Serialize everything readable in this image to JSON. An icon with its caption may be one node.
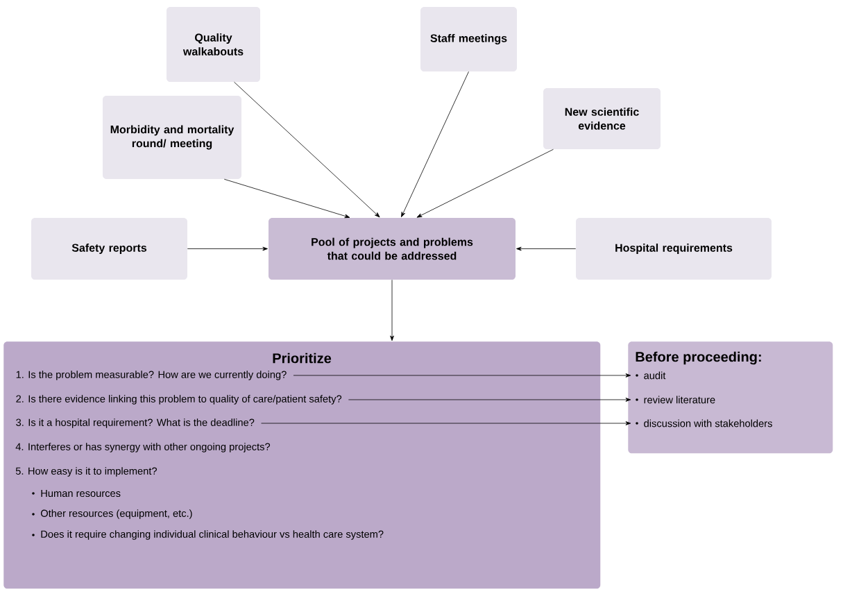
{
  "diagram": {
    "nodes": [
      {
        "text": [
          "Quality walkabouts"
        ]
      },
      {
        "text": [
          "Staff meetings"
        ]
      },
      {
        "text": [
          "Morbidity and mortality round/ meeting"
        ]
      },
      {
        "text": [
          "New scientific evidence"
        ]
      },
      {
        "text": [
          "Safety reports"
        ]
      },
      {
        "text": [
          "Pool of projects and problems that could be addressed"
        ]
      },
      {
        "text": [
          "Hospital requirements"
        ]
      },
      {
        "text": [
          "Prioritize",
          "4. Interferes or has synergy with other ongoing projects?",
          "5. How easy is it to implement?",
          "Human resources",
          "Other resources (equipment, etc.)",
          "Does it require changing individual clinical behaviour vs health care system?"
        ]
      },
      {
        "text": [
          "1. Is the problem measurable? How are we currently doing?"
        ],
        "in": 7
      },
      {
        "text": [
          "2. Is there evidence linking this problem to quality of care/patient safety?"
        ],
        "in": 7
      },
      {
        "text": [
          "3. Is it a hospital requirement? What is the deadline?"
        ],
        "in": 7
      },
      {
        "text": [
          "Before proceeding:"
        ]
      },
      {
        "text": [
          "audit"
        ],
        "in": 11
      },
      {
        "text": [
          "review literature"
        ],
        "in": 11
      },
      {
        "text": [
          "discussion with stakeholders"
        ],
        "in": 11
      }
    ],
    "edges": [
      {
        "from": 2,
        "to": 5,
        "arrow": "to"
      },
      {
        "from": 0,
        "to": 5,
        "arrow": "to"
      },
      {
        "from": 1,
        "to": 5,
        "arrow": "to"
      },
      {
        "from": 3,
        "to": 5,
        "arrow": "to"
      },
      {
        "from": 4,
        "to": 5,
        "arrow": "to"
      },
      {
        "from": 6,
        "to": 5,
        "arrow": "to"
      },
      {
        "from": 5,
        "to": 7,
        "arrow": "to"
      },
      {
        "from": 8,
        "to": 12,
        "arrow": "to"
      },
      {
        "from": 9,
        "to": 13,
        "arrow": "to"
      },
      {
        "from": 10,
        "to": 14,
        "arrow": "to"
      }
    ]
  }
}
